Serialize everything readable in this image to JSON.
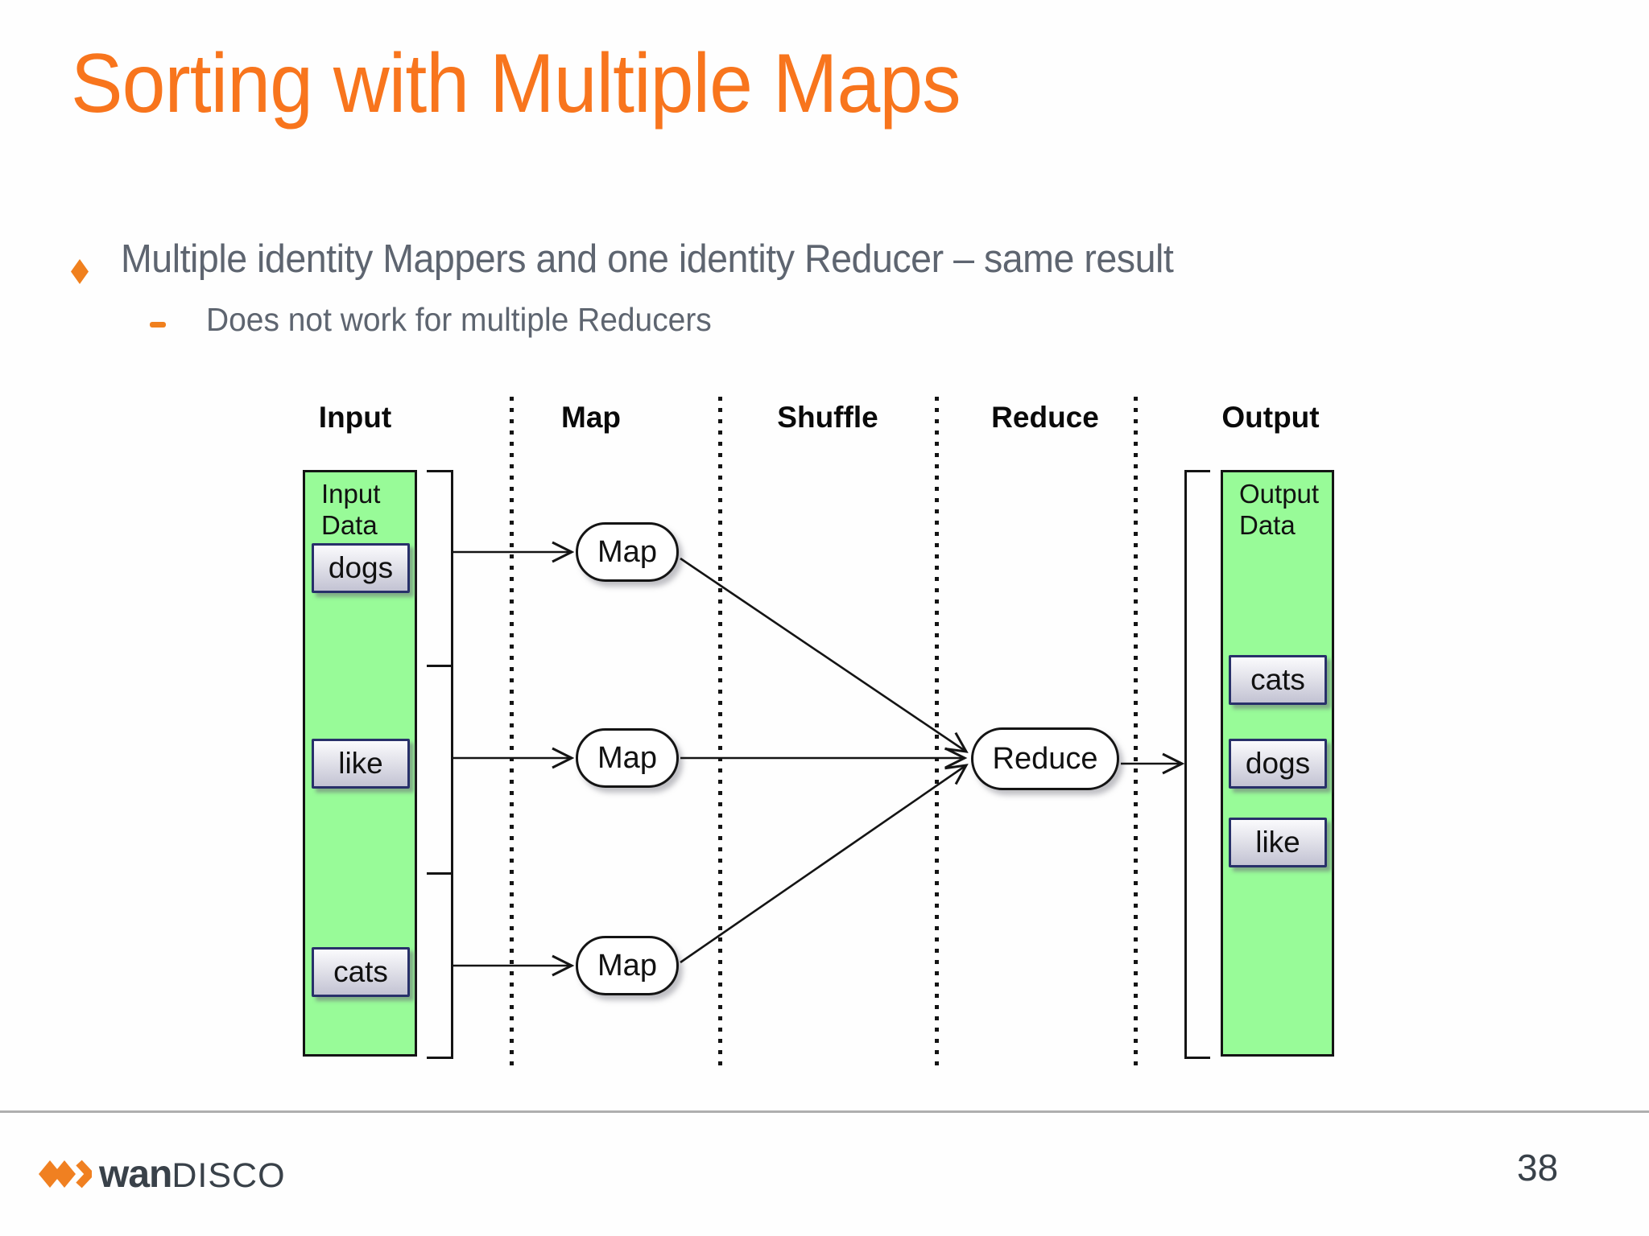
{
  "slide": {
    "title": "Sorting with Multiple Maps",
    "bullets": {
      "main": "Multiple identity Mappers and one identity Reducer – same result",
      "sub": "Does not work for multiple Reducers"
    },
    "page_number": "38"
  },
  "diagram": {
    "column_headers": [
      "Input",
      "Map",
      "Shuffle",
      "Reduce",
      "Output"
    ],
    "input_box": {
      "title_line1": "Input",
      "title_line2": "Data",
      "items": [
        "dogs",
        "like",
        "cats"
      ]
    },
    "map_nodes": [
      "Map",
      "Map",
      "Map"
    ],
    "reduce_node": "Reduce",
    "output_box": {
      "title_line1": "Output",
      "title_line2": "Data",
      "items": [
        "cats",
        "dogs",
        "like"
      ]
    }
  },
  "footer": {
    "logo_bold": "wan",
    "logo_light": "DISCO",
    "logo_icon": "wandisco-diamonds-chevron-icon"
  },
  "colors": {
    "title_orange": "#F8751D",
    "bullet_marker_orange": "#F0801E",
    "body_text_gray": "#5E6570",
    "box_green": "#98FB98",
    "data_box_border_navy": "#28306A",
    "line_black": "#141414",
    "footer_text": "#394149",
    "logo_orange": "#F08021",
    "divider_gray": "#AFAFAF"
  }
}
